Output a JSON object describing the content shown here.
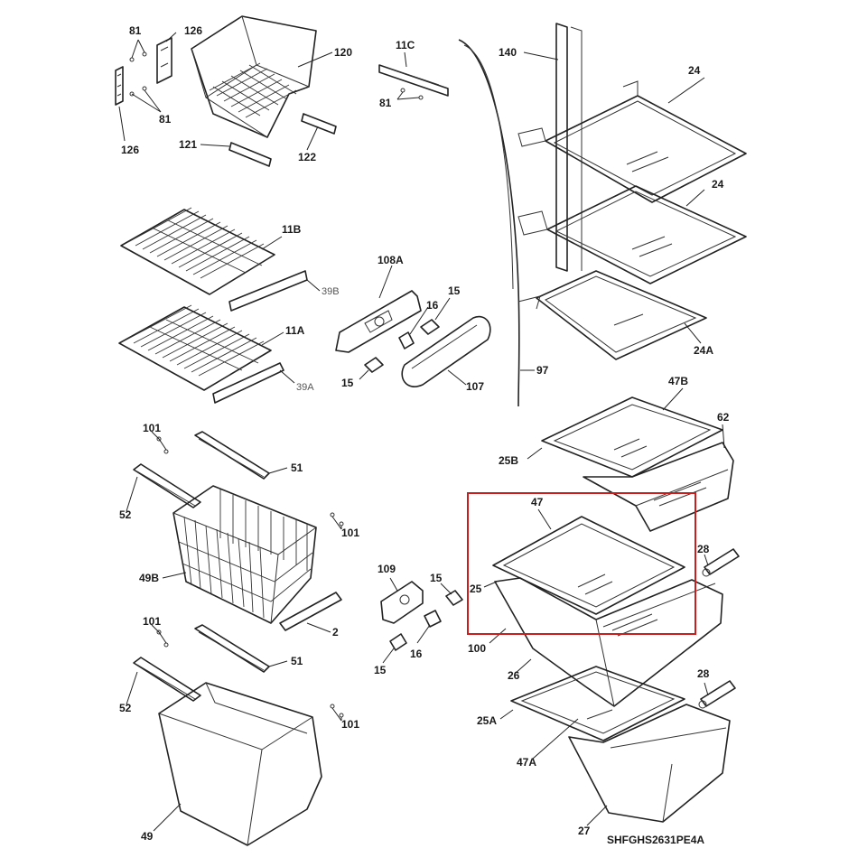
{
  "diagram_code": "SHFGHS2631PE4A",
  "highlight_color": "#c81e1e",
  "labels": {
    "l81a": "81",
    "l126a": "126",
    "l81b": "81",
    "l126b": "126",
    "l120": "120",
    "l121": "121",
    "l122": "122",
    "l11c": "11C",
    "l81c": "81",
    "l140": "140",
    "l24a": "24",
    "l24b": "24",
    "l24A": "24A",
    "l11b": "11B",
    "l39b": "39B",
    "l11a": "11A",
    "l39a": "39A",
    "l108a": "108A",
    "l16a": "16",
    "l15a": "15",
    "l15b": "15",
    "l107": "107",
    "l97": "97",
    "l47b": "47B",
    "l62": "62",
    "l25b": "25B",
    "l101a": "101",
    "l51a": "51",
    "l52a": "52",
    "l101b": "101",
    "l49b": "49B",
    "l2": "2",
    "l109": "109",
    "l15c": "15",
    "l15d": "15",
    "l16b": "16",
    "l47": "47",
    "l28a": "28",
    "l25": "25",
    "l100": "100",
    "l26": "26",
    "l101c": "101",
    "l51b": "51",
    "l52b": "52",
    "l101d": "101",
    "l49": "49",
    "l28b": "28",
    "l25a": "25A",
    "l47a": "47A",
    "l27": "27"
  }
}
